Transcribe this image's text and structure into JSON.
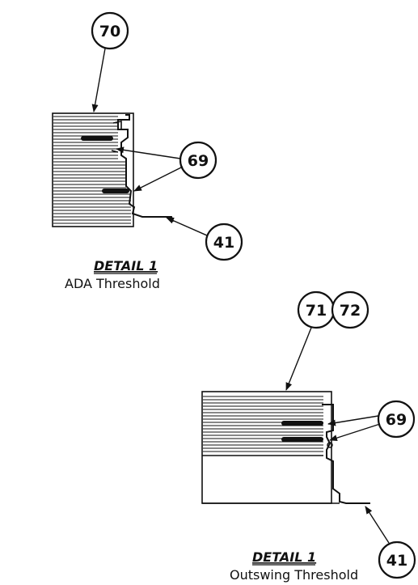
{
  "detail_a": {
    "title": "DETAIL 1",
    "subtitle": "ADA Threshold",
    "balloons": {
      "top": "70",
      "screws": "69",
      "bottom": "41"
    }
  },
  "detail_b": {
    "title": "DETAIL 1",
    "subtitle": "Outswing Threshold",
    "balloons": {
      "top_left": "71",
      "top_right": "72",
      "screws": "69",
      "bottom": "41"
    }
  },
  "colors": {
    "ink": "#111111",
    "paper": "#ffffff"
  }
}
